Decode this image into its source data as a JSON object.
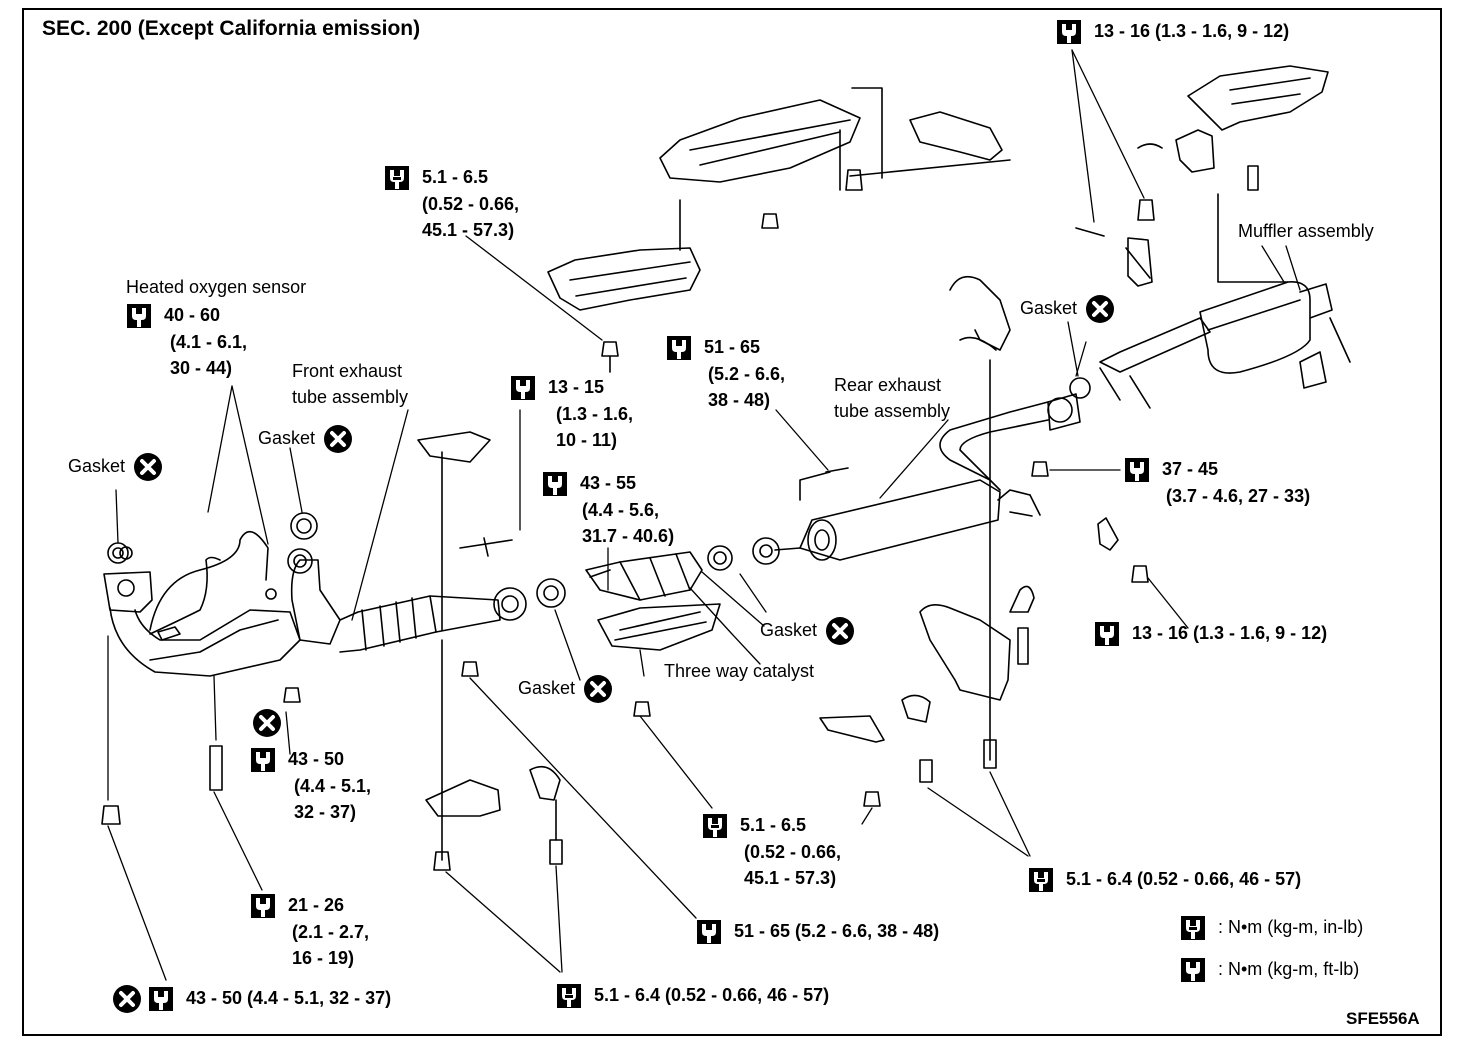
{
  "title": "SEC. 200 (Except California emission)",
  "figure_code": "SFE556A",
  "labels": {
    "heated_oxygen_sensor": "Heated oxygen sensor",
    "front_exhaust": [
      "Front exhaust",
      "tube assembly"
    ],
    "rear_exhaust": [
      "Rear exhaust",
      "tube assembly"
    ],
    "muffler_assembly": "Muffler assembly",
    "three_way_catalyst": "Three way catalyst",
    "gasket": "Gasket"
  },
  "torque_specs": {
    "top_right": "13 - 16 (1.3 - 1.6, 9 - 12)",
    "heat_shield_bolt": [
      "5.1 - 6.5",
      "(0.52 - 0.66,",
      "45.1 - 57.3)"
    ],
    "oxygen_sensor": [
      "40 - 60",
      "(4.1 - 6.1,",
      "30 - 44)"
    ],
    "tube_bracket_bolt": [
      "13 - 15",
      "(1.3 - 1.6,",
      "10 - 11)"
    ],
    "catalyst_stud": [
      "43 - 55",
      "(4.4 - 5.6,",
      "31.7 - 40.6)"
    ],
    "rear_nut": [
      "51 - 65",
      "(5.2 - 6.6,",
      "38 - 48)"
    ],
    "muffler_flange": [
      "37 - 45",
      "(3.7 - 4.6, 27 - 33)"
    ],
    "muffler_mount": "13 - 16 (1.3 - 1.6, 9 - 12)",
    "manifold_nut": [
      "43 - 50",
      "(4.4 - 5.1,",
      "32 - 37)"
    ],
    "lower_heat_shield": [
      "5.1 - 6.5",
      "(0.52 - 0.66,",
      "45.1 - 57.3)"
    ],
    "rear_bracket": "5.1 - 6.4 (0.52 - 0.66, 46 - 57)",
    "front_bracket": [
      "21 - 26",
      "(2.1 - 2.7,",
      "16 - 19)"
    ],
    "front_flange_nut": "51 - 65 (5.2 - 6.6, 38 - 48)",
    "front_hanger": "5.1 - 6.4 (0.52 - 0.66, 46 - 57)",
    "bottom_left": "43 - 50 (4.4 - 5.1, 32 - 37)"
  },
  "legend": {
    "in_lb": ":  N•m (kg-m, in-lb)",
    "ft_lb": ":  N•m (kg-m, ft-lb)"
  },
  "icons": {
    "torque_ft_lb": "torque-wrench-ft-lb-icon",
    "torque_in_lb": "torque-wrench-in-lb-icon",
    "replace": "do-not-reuse-icon"
  }
}
